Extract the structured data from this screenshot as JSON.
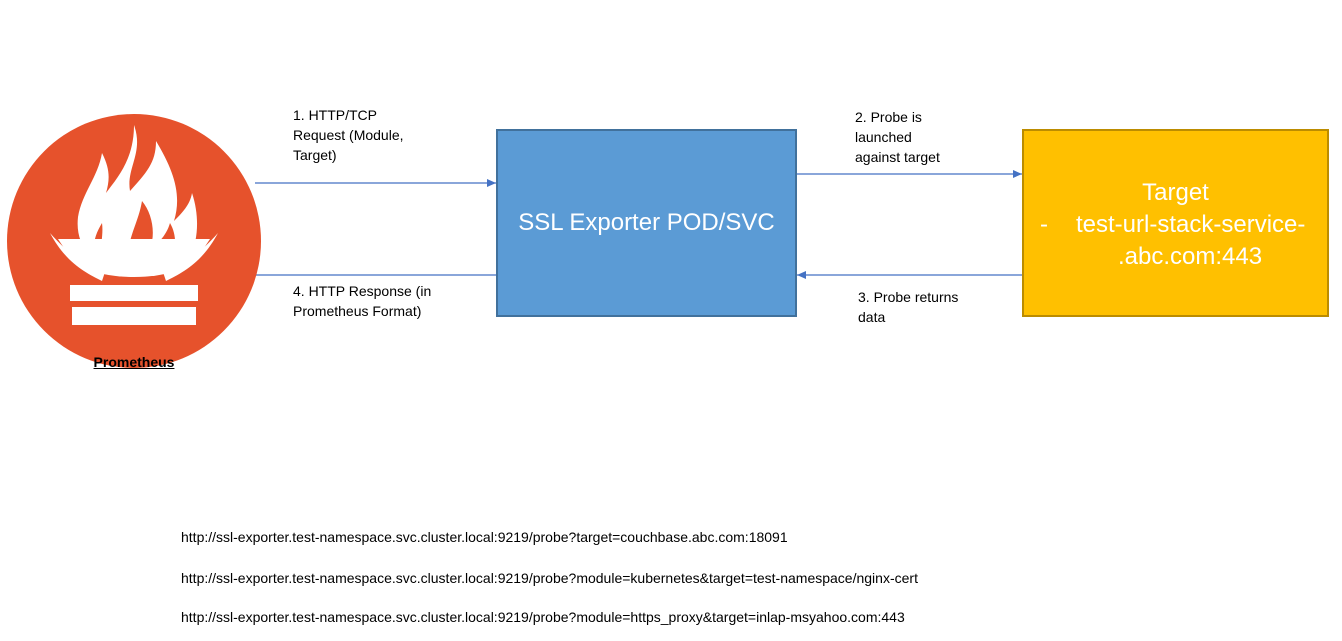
{
  "prometheus": {
    "caption": "Prometheus",
    "logo_color": "#e6522c"
  },
  "exporter": {
    "label": "SSL Exporter POD/SVC",
    "fill": "#5b9bd5"
  },
  "target": {
    "title": "Target",
    "bullet": "-",
    "host_line1": "test-url-stack-service-",
    "host_line2": ".abc.com:443",
    "fill": "#ffc000"
  },
  "steps": {
    "step1": [
      "1. HTTP/TCP",
      "Request (Module,",
      "Target)"
    ],
    "step2": [
      "2. Probe is",
      "launched",
      "against target"
    ],
    "step3": [
      "3. Probe returns",
      "data"
    ],
    "step4": [
      "4. HTTP Response (in",
      "Prometheus Format)"
    ]
  },
  "arrow_color": "#4472c4",
  "urls": [
    "http://ssl-exporter.test-namespace.svc.cluster.local:9219/probe?target=couchbase.abc.com:18091",
    "http://ssl-exporter.test-namespace.svc.cluster.local:9219/probe?module=kubernetes&target=test-namespace/nginx-cert",
    "http://ssl-exporter.test-namespace.svc.cluster.local:9219/probe?module=https_proxy&target=inlap-msyahoo.com:443"
  ]
}
